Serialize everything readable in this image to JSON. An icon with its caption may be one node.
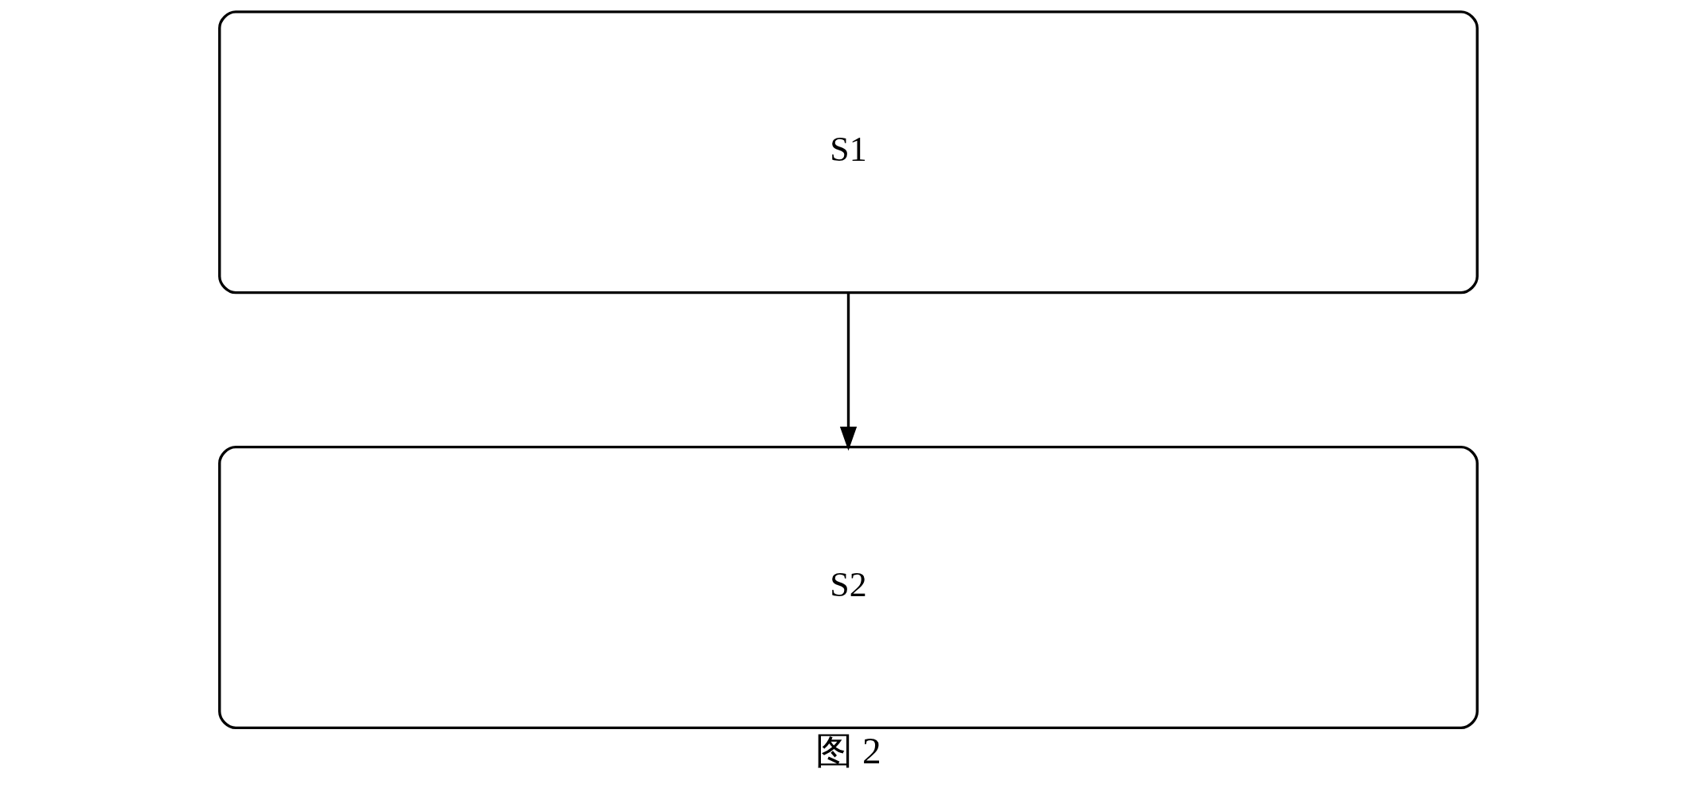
{
  "diagram": {
    "caption": "图 2",
    "nodes": [
      {
        "text": [
          "S1"
        ]
      },
      {
        "text": [
          "S2"
        ]
      }
    ],
    "edges": [
      {
        "from": 0,
        "to": 1,
        "arrow": "to"
      }
    ]
  }
}
